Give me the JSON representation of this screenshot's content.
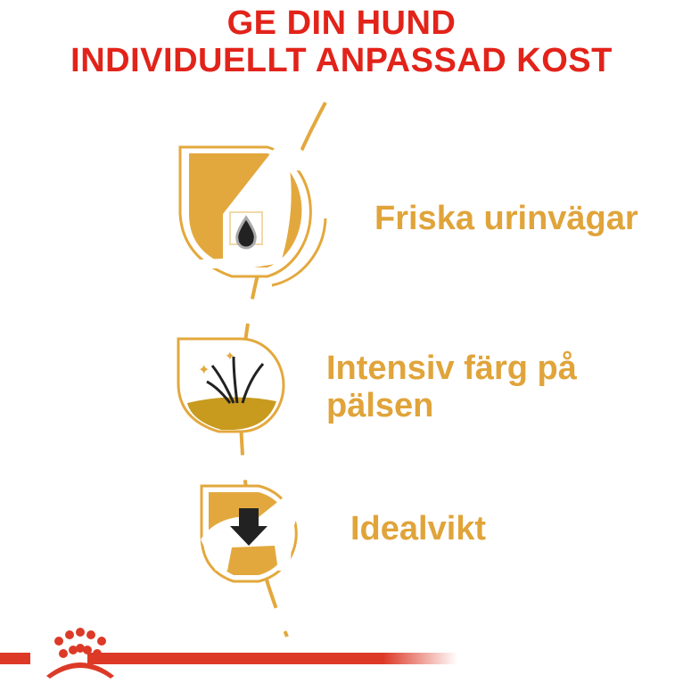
{
  "title": {
    "line1": "GE DIN HUND",
    "line2": "INDIVIDUELLT ANPASSAD KOST"
  },
  "benefits": [
    {
      "label": "Friska urinvägar",
      "icon": "urinary-dog-icon"
    },
    {
      "label_line1": "Intensiv färg på",
      "label_line2": "pälsen",
      "icon": "coat-hair-icon"
    },
    {
      "label": "Idealvikt",
      "icon": "weight-dog-icon"
    }
  ],
  "colors": {
    "title": "#e2231a",
    "accent": "#e3a83d",
    "footer": "#dc3a27"
  },
  "footer": {
    "logo": "royal-canin-crown-logo"
  }
}
